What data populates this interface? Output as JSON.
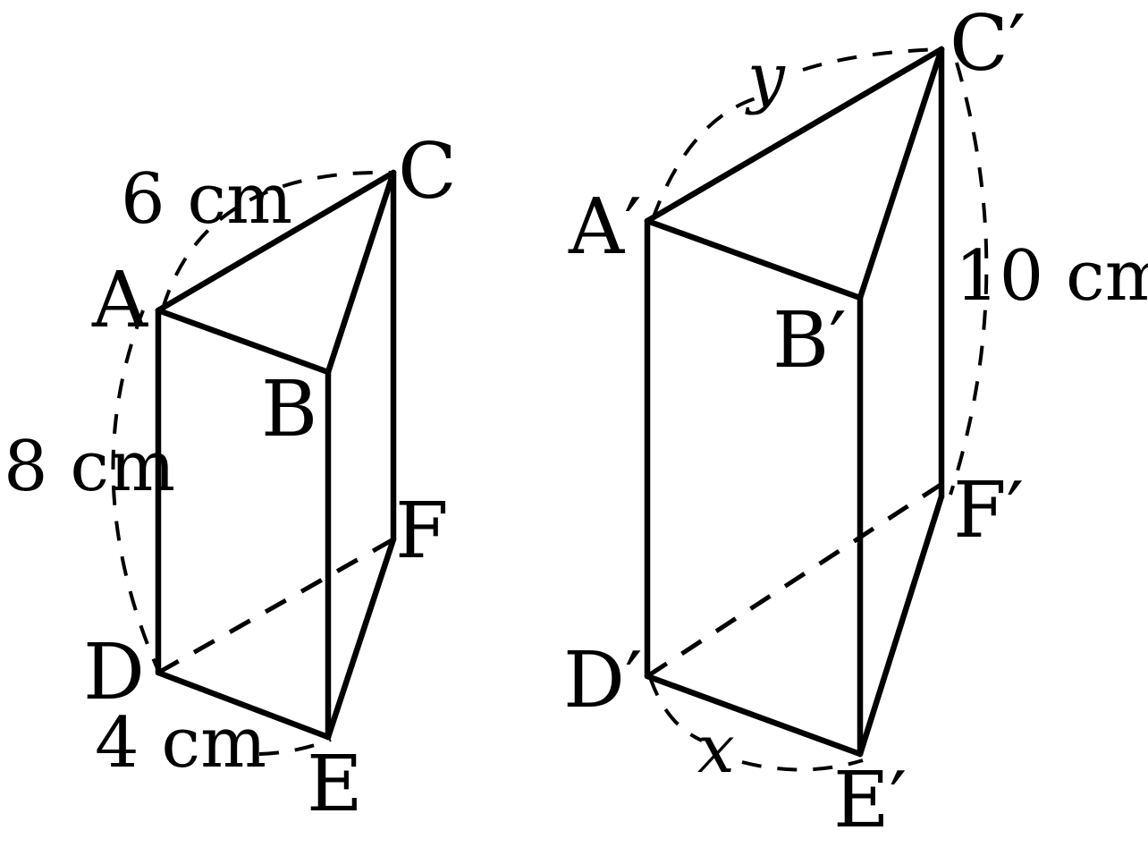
{
  "prism_small": {
    "vertices": {
      "a": "A",
      "b": "B",
      "c": "C",
      "d": "D",
      "e": "E",
      "f": "F"
    },
    "measures": {
      "ac": "6 cm",
      "ad": "8 cm",
      "de": "4 cm"
    }
  },
  "prism_large": {
    "vertices": {
      "a": "A′",
      "b": "B′",
      "c": "C′",
      "d": "D′",
      "e": "E′",
      "f": "F′"
    },
    "measures": {
      "ac": "y",
      "cf": "10 cm",
      "de": "x"
    }
  }
}
